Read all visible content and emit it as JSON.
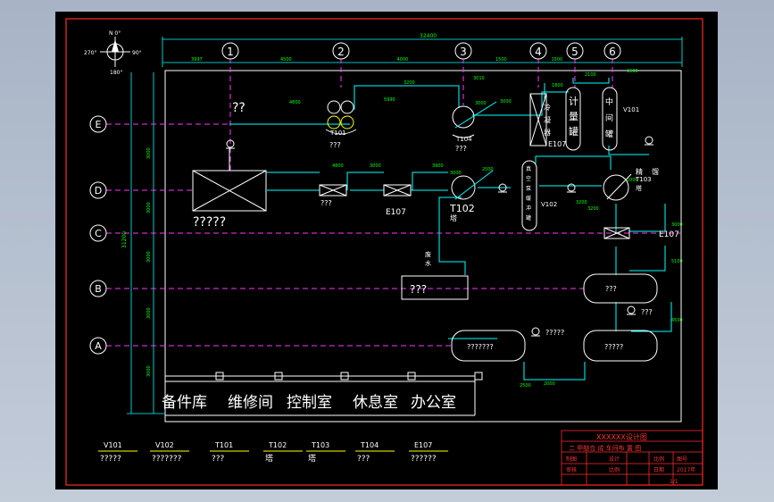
{
  "compass": {
    "north": "N 0°",
    "east": "90°",
    "west": "270°",
    "south": "180°"
  },
  "colors": {
    "background": "#000000",
    "frame": "#ff2a2a",
    "grid_axis": "#ff33ff",
    "dimension": "#00ff00",
    "equipment": "#ffffff",
    "ext_line": "#00ffff",
    "title_text": "#ff3333"
  },
  "overall_dimension": "32400",
  "column_axes": [
    "1",
    "2",
    "3",
    "4",
    "5",
    "6"
  ],
  "column_dims": [
    "3997",
    "4500",
    "4000",
    "1500",
    "1500"
  ],
  "row_axes": [
    "E",
    "D",
    "C",
    "B",
    "A"
  ],
  "row_total_dim": "31200",
  "row_dims": [
    "3000",
    "3000",
    "3000",
    "3000",
    "3000"
  ],
  "equipment": {
    "top_unknown": "??",
    "t101": "T101",
    "t101_sub": "???",
    "t104": "T104",
    "t104_sub": "???",
    "tower4": [
      "冷",
      "凝",
      "器"
    ],
    "e107_top": "E107",
    "meter_tank": [
      "计",
      "量",
      "罐"
    ],
    "mid_tank": [
      "中",
      "间",
      "罐"
    ],
    "v101": "V101",
    "reactor": "?????",
    "hx1": "???",
    "hx2": "E107",
    "t102": "T102",
    "t102_sub": "塔",
    "v102_col": [
      "真",
      "空",
      "泵",
      "缓",
      "冲",
      "罐"
    ],
    "v102": "V102",
    "t103_a": "精",
    "t103_b": "馏",
    "t103": "T103",
    "t103_sub": "塔",
    "e107_right": "E107",
    "waste": [
      "废",
      "水"
    ],
    "box_b": "???",
    "tank_b": "???",
    "pump_b": "???",
    "tank_a1": "???????",
    "pump_a": "?????",
    "tank_a2": "?????"
  },
  "pipe_dims": [
    "5990",
    "4800",
    "3200",
    "3010",
    "4800",
    "3000",
    "3900",
    "2000",
    "3000",
    "1800",
    "2100",
    "1500",
    "3000",
    "3200",
    "3000",
    "5100",
    "4500",
    "2000",
    "3000",
    "2500",
    "1000",
    "3200"
  ],
  "rooms": [
    "备件库",
    "维修间",
    "控制室",
    "休息室",
    "办公室"
  ],
  "legend": [
    {
      "code": "V101",
      "name": "?????"
    },
    {
      "code": "V102",
      "name": "???????"
    },
    {
      "code": "T101",
      "name": "???"
    },
    {
      "code": "T102",
      "name": "塔"
    },
    {
      "code": "T103",
      "name": "塔"
    },
    {
      "code": "T104",
      "name": "???"
    },
    {
      "code": "E107",
      "name": "??????"
    }
  ],
  "title_block": {
    "title": "XXXXXX设计图",
    "subtitle": "二 甲醚合 成 车间布 置 图",
    "row1": [
      "制图",
      "设计",
      "比例",
      "图号"
    ],
    "row2": [
      "审核",
      "比例",
      "日期",
      "2017年"
    ],
    "page": "1/1"
  }
}
